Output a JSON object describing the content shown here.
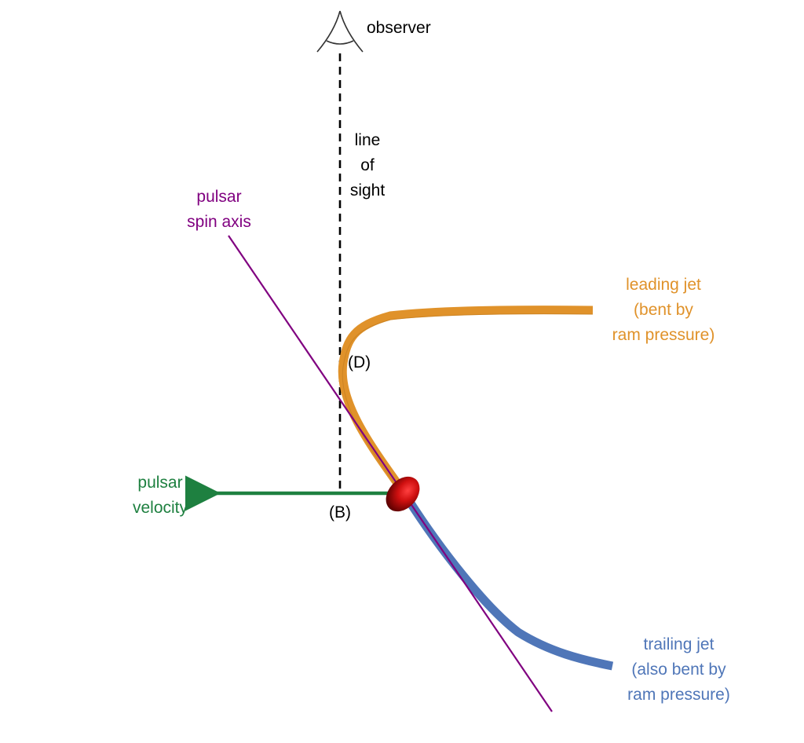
{
  "observer": {
    "label": "observer",
    "icon": "eye-icon"
  },
  "line_of_sight": {
    "lines": [
      "line",
      "of",
      "sight"
    ]
  },
  "spin_axis": {
    "lines": [
      "pulsar",
      "spin axis"
    ]
  },
  "leading_jet": {
    "lines": [
      "leading jet",
      "(bent by",
      "ram pressure)"
    ]
  },
  "trailing_jet": {
    "lines": [
      "trailing jet",
      "(also bent by",
      "ram pressure)"
    ]
  },
  "velocity": {
    "lines": [
      "pulsar",
      "velocity"
    ]
  },
  "markers": {
    "D": "(D)",
    "B": "(B)"
  },
  "colors": {
    "spin_axis": "#800080",
    "leading_jet": "#E0922A",
    "trailing_jet": "#4F76B8",
    "velocity": "#1E8040",
    "pulsar": "#D01010",
    "line_of_sight": "#000000",
    "label_text": "#000000"
  }
}
